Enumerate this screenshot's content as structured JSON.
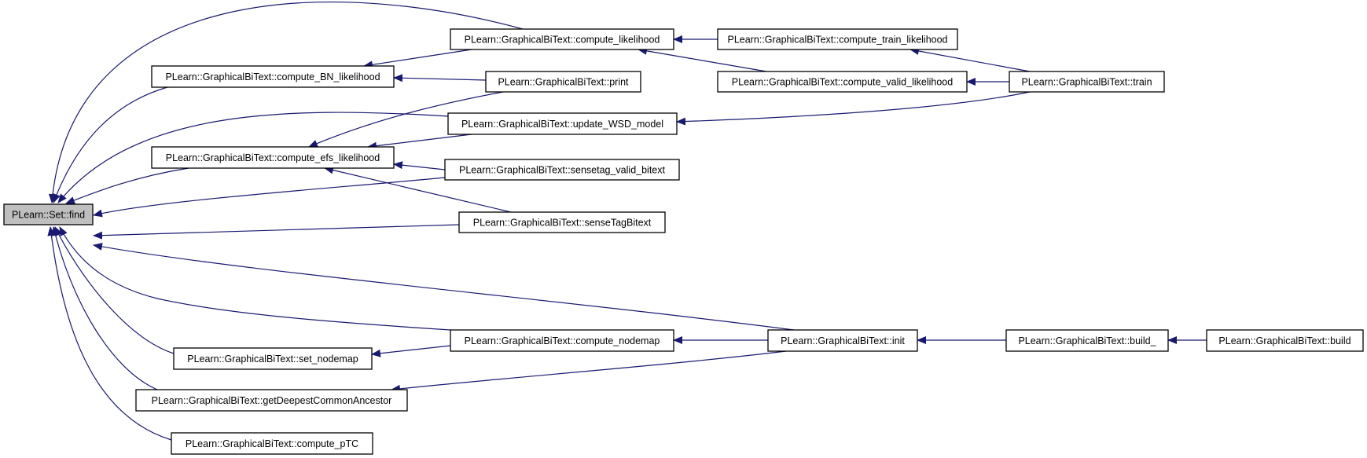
{
  "colors": {
    "edge": "#191970",
    "focus_fill": "#bfbfbf",
    "node_fill": "#ffffff",
    "node_stroke": "#000000",
    "background": "#ffffff"
  },
  "graph": {
    "nodes": {
      "set_find": {
        "label": "PLearn::Set::find",
        "focus": true
      },
      "compute_likelihood": {
        "label": "PLearn::GraphicalBiText::compute_likelihood"
      },
      "compute_train_likelihood": {
        "label": "PLearn::GraphicalBiText::compute_train_likelihood"
      },
      "compute_BN_likelihood": {
        "label": "PLearn::GraphicalBiText::compute_BN_likelihood"
      },
      "print": {
        "label": "PLearn::GraphicalBiText::print"
      },
      "compute_valid_likelihood": {
        "label": "PLearn::GraphicalBiText::compute_valid_likelihood"
      },
      "train": {
        "label": "PLearn::GraphicalBiText::train"
      },
      "update_WSD_model": {
        "label": "PLearn::GraphicalBiText::update_WSD_model"
      },
      "compute_efs_likelihood": {
        "label": "PLearn::GraphicalBiText::compute_efs_likelihood"
      },
      "sensetag_valid_bitext": {
        "label": "PLearn::GraphicalBiText::sensetag_valid_bitext"
      },
      "senseTagBitext": {
        "label": "PLearn::GraphicalBiText::senseTagBitext"
      },
      "compute_nodemap": {
        "label": "PLearn::GraphicalBiText::compute_nodemap"
      },
      "init": {
        "label": "PLearn::GraphicalBiText::init"
      },
      "build_": {
        "label": "PLearn::GraphicalBiText::build_"
      },
      "build": {
        "label": "PLearn::GraphicalBiText::build"
      },
      "set_nodemap": {
        "label": "PLearn::GraphicalBiText::set_nodemap"
      },
      "getDeepestCommonAncestor": {
        "label": "PLearn::GraphicalBiText::getDeepestCommonAncestor"
      },
      "compute_pTC": {
        "label": "PLearn::GraphicalBiText::compute_pTC"
      }
    },
    "edges": [
      {
        "caller": "compute_likelihood",
        "callee": "set_find"
      },
      {
        "caller": "compute_BN_likelihood",
        "callee": "set_find"
      },
      {
        "caller": "update_WSD_model",
        "callee": "set_find"
      },
      {
        "caller": "compute_efs_likelihood",
        "callee": "set_find"
      },
      {
        "caller": "sensetag_valid_bitext",
        "callee": "set_find"
      },
      {
        "caller": "senseTagBitext",
        "callee": "set_find"
      },
      {
        "caller": "init",
        "callee": "set_find"
      },
      {
        "caller": "compute_nodemap",
        "callee": "set_find"
      },
      {
        "caller": "set_nodemap",
        "callee": "set_find"
      },
      {
        "caller": "getDeepestCommonAncestor",
        "callee": "set_find"
      },
      {
        "caller": "compute_pTC",
        "callee": "set_find"
      },
      {
        "caller": "compute_likelihood",
        "callee": "compute_BN_likelihood"
      },
      {
        "caller": "print",
        "callee": "compute_BN_likelihood"
      },
      {
        "caller": "compute_train_likelihood",
        "callee": "compute_likelihood"
      },
      {
        "caller": "compute_valid_likelihood",
        "callee": "compute_likelihood"
      },
      {
        "caller": "train",
        "callee": "compute_train_likelihood"
      },
      {
        "caller": "train",
        "callee": "compute_valid_likelihood"
      },
      {
        "caller": "train",
        "callee": "update_WSD_model"
      },
      {
        "caller": "print",
        "callee": "compute_efs_likelihood"
      },
      {
        "caller": "update_WSD_model",
        "callee": "compute_efs_likelihood"
      },
      {
        "caller": "sensetag_valid_bitext",
        "callee": "compute_efs_likelihood"
      },
      {
        "caller": "senseTagBitext",
        "callee": "compute_efs_likelihood"
      },
      {
        "caller": "init",
        "callee": "compute_nodemap"
      },
      {
        "caller": "compute_nodemap",
        "callee": "set_nodemap"
      },
      {
        "caller": "init",
        "callee": "getDeepestCommonAncestor"
      },
      {
        "caller": "build_",
        "callee": "init"
      },
      {
        "caller": "build",
        "callee": "build_"
      }
    ]
  }
}
